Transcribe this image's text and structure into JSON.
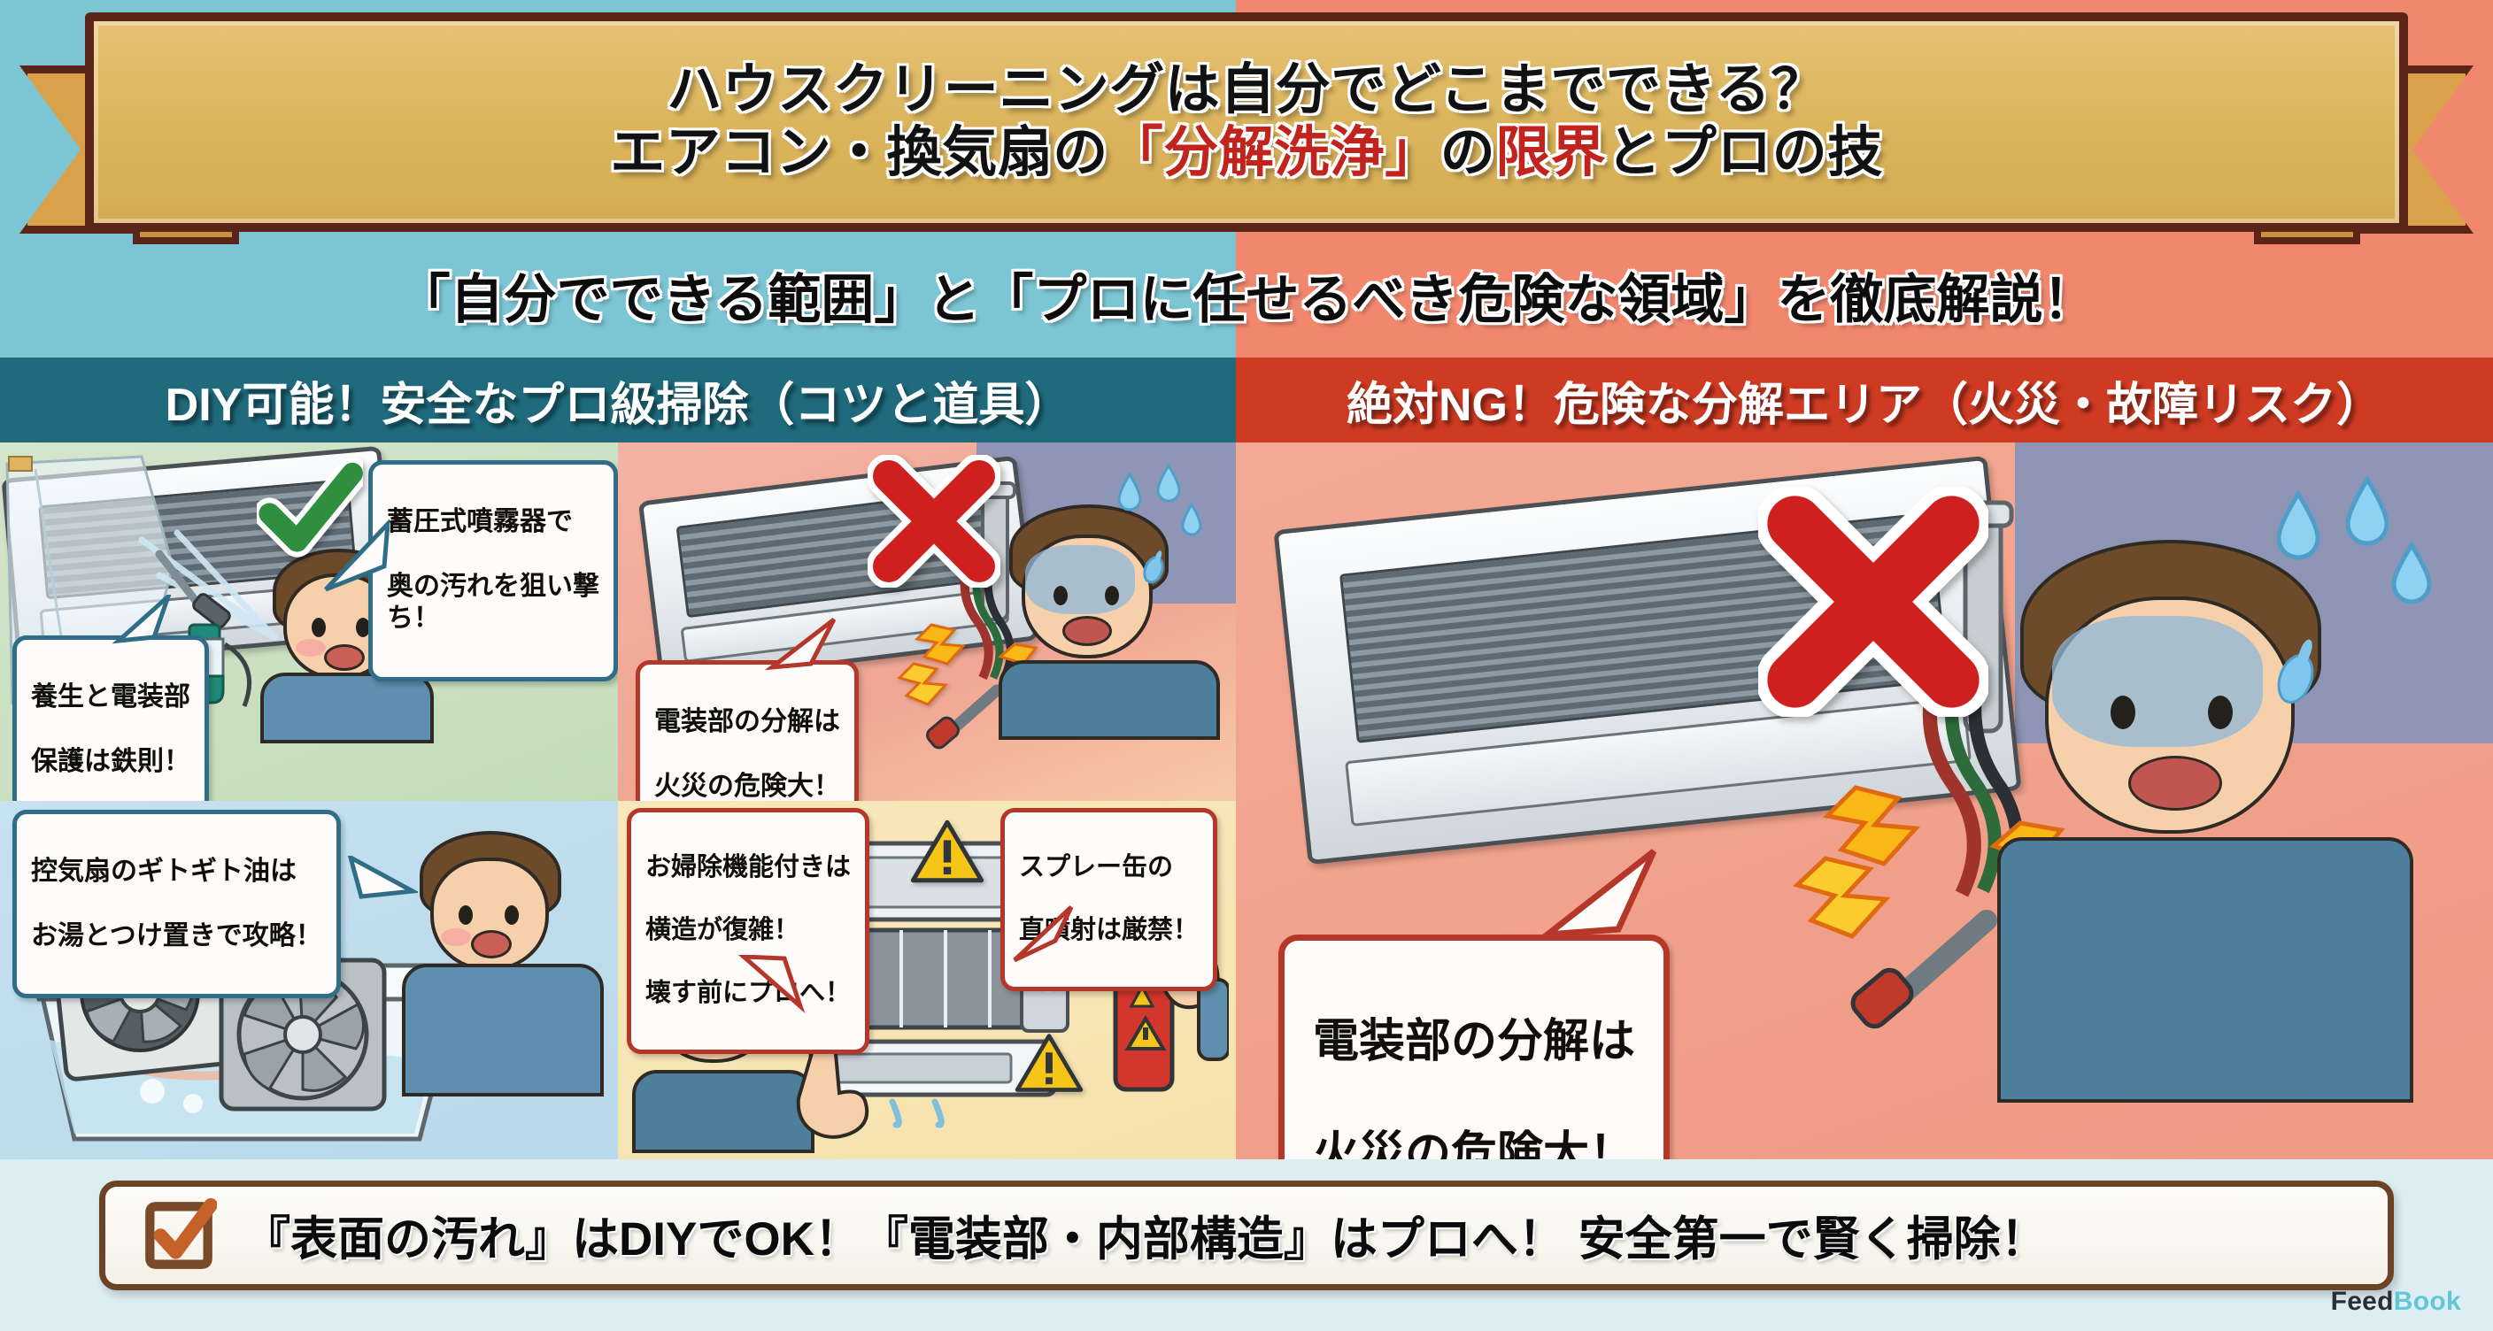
{
  "banner": {
    "line1": "ハウスクリーニングは自分でどこまでできる？",
    "line2_pre": "エアコン・換気扇の",
    "line2_hl1": "「分解洗浄」",
    "line2_mid": "の",
    "line2_hl2": "限界",
    "line2_post": "とプロの技"
  },
  "subtitle": "「自分でできる範囲」と「プロに任せるべき危険な領域」を徹底解説！",
  "sections": {
    "left_header": "DIY可能！安全なプロ級掃除（コツと道具）",
    "right_header": "絶対NG！危険な分解エリア（火災・故障リスク）"
  },
  "cells": [
    {
      "id": "diy-spray",
      "bubbles": [
        {
          "name": "bubble-sprayer",
          "line1": "蓄圧式噴霧器で",
          "line2": "奥の汚れを狙い撃ち！"
        },
        {
          "name": "bubble-masking",
          "line1": "養生と電装部",
          "line2": "保護は鉄則！"
        }
      ],
      "mark": "check-mark"
    },
    {
      "id": "ng-electrical",
      "bubbles": [
        {
          "name": "bubble-electrical-fire",
          "line1": "電装部の分解は",
          "line2": "火災の危険大！"
        }
      ],
      "mark": "cross-mark"
    },
    {
      "id": "diy-fan",
      "bubbles": [
        {
          "name": "bubble-fan-grease",
          "line1": "控気扇のギトギト油は",
          "line2": "お湯とつけ置きで攻略！"
        }
      ],
      "mark": ""
    },
    {
      "id": "ng-selfclean",
      "bubbles": [
        {
          "name": "bubble-selfclean",
          "line1": "お婦除機能付きは",
          "line2": "横造が復雑！",
          "line3": "壊す前にプロへ！"
        },
        {
          "name": "bubble-spray-can",
          "line1": "スプレー缶の",
          "line2": "直噴射は厳禁！"
        }
      ],
      "mark": "warning-triangle"
    }
  ],
  "right_panel": {
    "bubble": {
      "name": "bubble-electrical-fire-large",
      "line1": "電装部の分解は",
      "line2": "火災の危険大！"
    },
    "mark": "cross-mark"
  },
  "footer": {
    "icon": "checkbox-checked-icon",
    "text": "『表面の汚れ』はDIYでOK！『電装部・内部構造』はプロへ！ 安全第一で賢く掃除！"
  },
  "brand": {
    "part1": "Feed",
    "part2": "Book"
  },
  "colors": {
    "banner_fill": "#dcb65f",
    "banner_border": "#5a2418",
    "accent_red": "#c0241c",
    "header_left_bg": "#1f6b7d",
    "header_right_bg": "#cf3a22",
    "bg_left": "#7cc5d4",
    "bg_right": "#f1886e",
    "footer_border": "#6b4326",
    "check_green": "#2f8f3e",
    "cross_red": "#cf2020",
    "warn_yellow": "#f5c518",
    "page_bg": "#dceef2"
  }
}
